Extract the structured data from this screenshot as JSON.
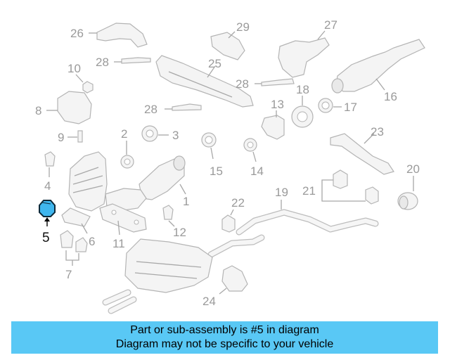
{
  "diagram": {
    "highlighted_part": "5",
    "callouts": [
      "1",
      "2",
      "3",
      "4",
      "5",
      "6",
      "7",
      "8",
      "9",
      "10",
      "11",
      "12",
      "13",
      "14",
      "15",
      "16",
      "17",
      "18",
      "19",
      "20",
      "21",
      "22",
      "23",
      "24",
      "25",
      "26",
      "27",
      "28",
      "29"
    ]
  },
  "banner": {
    "line1": "Part or sub-assembly is #5 in diagram",
    "line2": "Diagram may not be specific to your vehicle"
  },
  "colors": {
    "banner_bg": "#59c8f5",
    "highlight_fill": "#3fb6ee",
    "part_stroke": "#b4b4b4",
    "label_gray": "#9a9a9a"
  }
}
